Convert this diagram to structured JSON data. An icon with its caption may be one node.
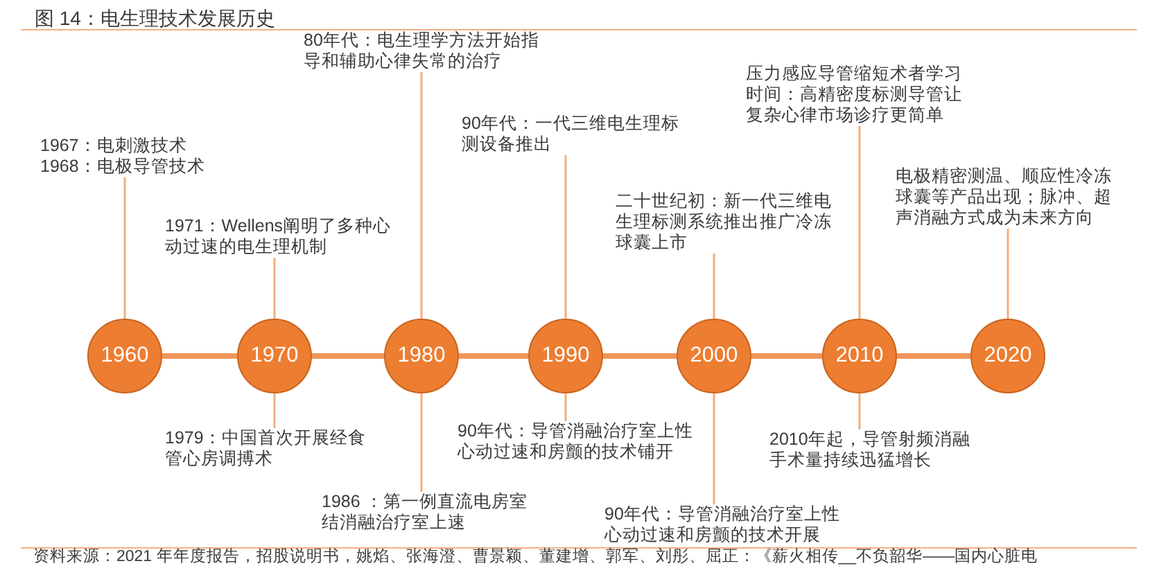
{
  "diagram": {
    "title": "图 14：电生理技术发展历史",
    "nodes": [
      {
        "text": [
          "1967：电刺激技术",
          "1968：电极导管技术"
        ]
      },
      {
        "text": [
          "1971：Wellens阐明了多种心动过速的电生理机制"
        ]
      },
      {
        "text": [
          "80年代：电生理学方法开始指导和辅助心律失常的治疗"
        ]
      },
      {
        "text": [
          "90年代：一代三维电生理标测设备推出"
        ]
      },
      {
        "text": [
          "二十世纪初：新一代三维电生理标测系统推出推广冷冻球囊上市"
        ]
      },
      {
        "text": [
          "压力感应导管缩短术者学习时间：高精密度标测导管让复杂心律市场诊疗更简单"
        ]
      },
      {
        "text": [
          "电极精密测温、顺应性冷冻球囊等产品出现；脉冲、超声消融方式成为未来方向"
        ]
      },
      {
        "text": [
          "1960"
        ]
      },
      {
        "text": [
          "1970"
        ]
      },
      {
        "text": [
          "1980"
        ]
      },
      {
        "text": [
          "1990"
        ]
      },
      {
        "text": [
          "2000"
        ]
      },
      {
        "text": [
          "2010"
        ]
      },
      {
        "text": [
          "2020"
        ]
      },
      {
        "text": [
          "1979：中国首次开展经食管心房调搏术"
        ]
      },
      {
        "text": [
          "1986 ：第一例直流电房室结消融治疗室上速"
        ]
      },
      {
        "text": [
          "90年代：导管消融治疗室上性心动过速和房颤的技术铺开"
        ]
      },
      {
        "text": [
          "90年代：导管消融治疗室上性心动过速和房颤的技术开展"
        ]
      },
      {
        "text": [
          "2010年起，导管射频消融手术量持续迅猛增长"
        ]
      }
    ],
    "edges": [
      {
        "from": 7,
        "to": 8,
        "arrow": "none",
        "style": "thick"
      },
      {
        "from": 8,
        "to": 9,
        "arrow": "none",
        "style": "thick"
      },
      {
        "from": 9,
        "to": 10,
        "arrow": "none",
        "style": "thick"
      },
      {
        "from": 10,
        "to": 11,
        "arrow": "none",
        "style": "thick"
      },
      {
        "from": 11,
        "to": 12,
        "arrow": "none",
        "style": "thick"
      },
      {
        "from": 12,
        "to": 13,
        "arrow": "none",
        "style": "thick"
      },
      {
        "from": 0,
        "to": 7,
        "arrow": "none"
      },
      {
        "from": 1,
        "to": 8,
        "arrow": "none"
      },
      {
        "from": 14,
        "to": 8,
        "arrow": "none"
      },
      {
        "from": 2,
        "to": 9,
        "arrow": "none"
      },
      {
        "from": 15,
        "to": 9,
        "arrow": "none"
      },
      {
        "from": 3,
        "to": 10,
        "arrow": "none"
      },
      {
        "from": 16,
        "to": 10,
        "arrow": "none"
      },
      {
        "from": 4,
        "to": 11,
        "arrow": "none"
      },
      {
        "from": 17,
        "to": 11,
        "arrow": "none"
      },
      {
        "from": 5,
        "to": 12,
        "arrow": "none"
      },
      {
        "from": 18,
        "to": 12,
        "arrow": "none"
      },
      {
        "from": 6,
        "to": 13,
        "arrow": "none"
      }
    ],
    "caption": "资料来源：2021 年年度报告，招股说明书，姚焰、张海澄、曹景颖、董建增、郭军、刘彤、屈正：《薪火相传__不负韶华——国内心脏电"
  }
}
